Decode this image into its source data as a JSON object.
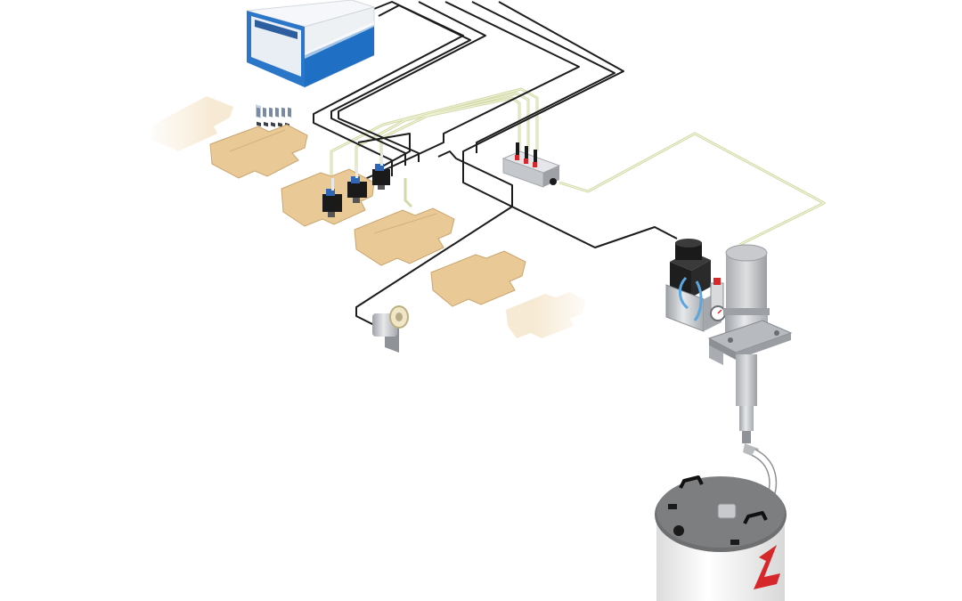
{
  "diagram": {
    "kind": "isometric adhesive dispensing system",
    "background": "#ffffff",
    "colors": {
      "controller_blue": "#1f6fc4",
      "controller_body": "#f2f4f7",
      "cardboard": "#e9c996",
      "cardboard_dark": "#c9a56e",
      "hose_black": "#1a1a1a",
      "air_line": "#d6dcae",
      "steel": "#c9ccd0",
      "drum_lid": "#6e6f71",
      "drum_body": "#f4f4f4",
      "brand_red": "#d6282b"
    },
    "components": [
      {
        "id": "controller",
        "icon": "control-unit-icon"
      },
      {
        "id": "glue-guns",
        "icon": "glue-gun-icon",
        "count": 3
      },
      {
        "id": "air-manifold",
        "icon": "valve-manifold-icon"
      },
      {
        "id": "pump-unit",
        "icon": "piston-pump-icon"
      },
      {
        "id": "pressure-regulator",
        "icon": "pressure-gauge-icon"
      },
      {
        "id": "encoder",
        "icon": "encoder-wheel-icon"
      },
      {
        "id": "adhesive-drum",
        "icon": "drum-icon"
      }
    ],
    "blank_count": 6
  }
}
